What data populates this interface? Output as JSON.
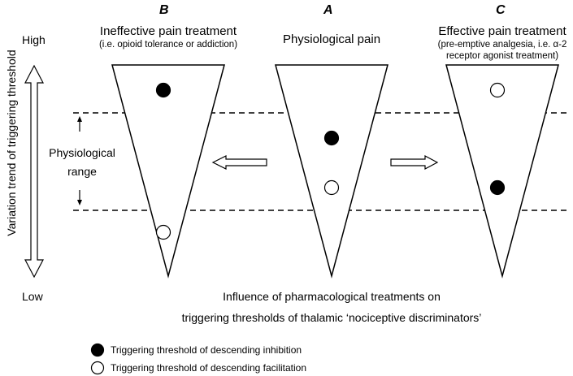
{
  "columns": {
    "B": {
      "letter": "B",
      "title": "Ineffective pain treatment",
      "subtitle": "(i.e. opioid tolerance or addiction)"
    },
    "A": {
      "letter": "A",
      "title": "Physiological pain"
    },
    "C": {
      "letter": "C",
      "title": "Effective pain treatment",
      "subtitle_line1": "(pre-emptive analgesia, i.e. α-2",
      "subtitle_line2": "receptor agonist treatment)"
    }
  },
  "axis": {
    "label": "Variation trend of triggering threshold",
    "high": "High",
    "low": "Low"
  },
  "range": {
    "line1": "Physiological",
    "line2": "range"
  },
  "caption": {
    "line1": "Influence of pharmacological treatments on",
    "line2": "triggering thresholds of thalamic ‘nociceptive discriminators’"
  },
  "legend": {
    "filled": "Triggering threshold of descending inhibition",
    "open": "Triggering threshold of descending facilitation"
  },
  "colors": {
    "line": "#000000",
    "background": "#ffffff"
  }
}
